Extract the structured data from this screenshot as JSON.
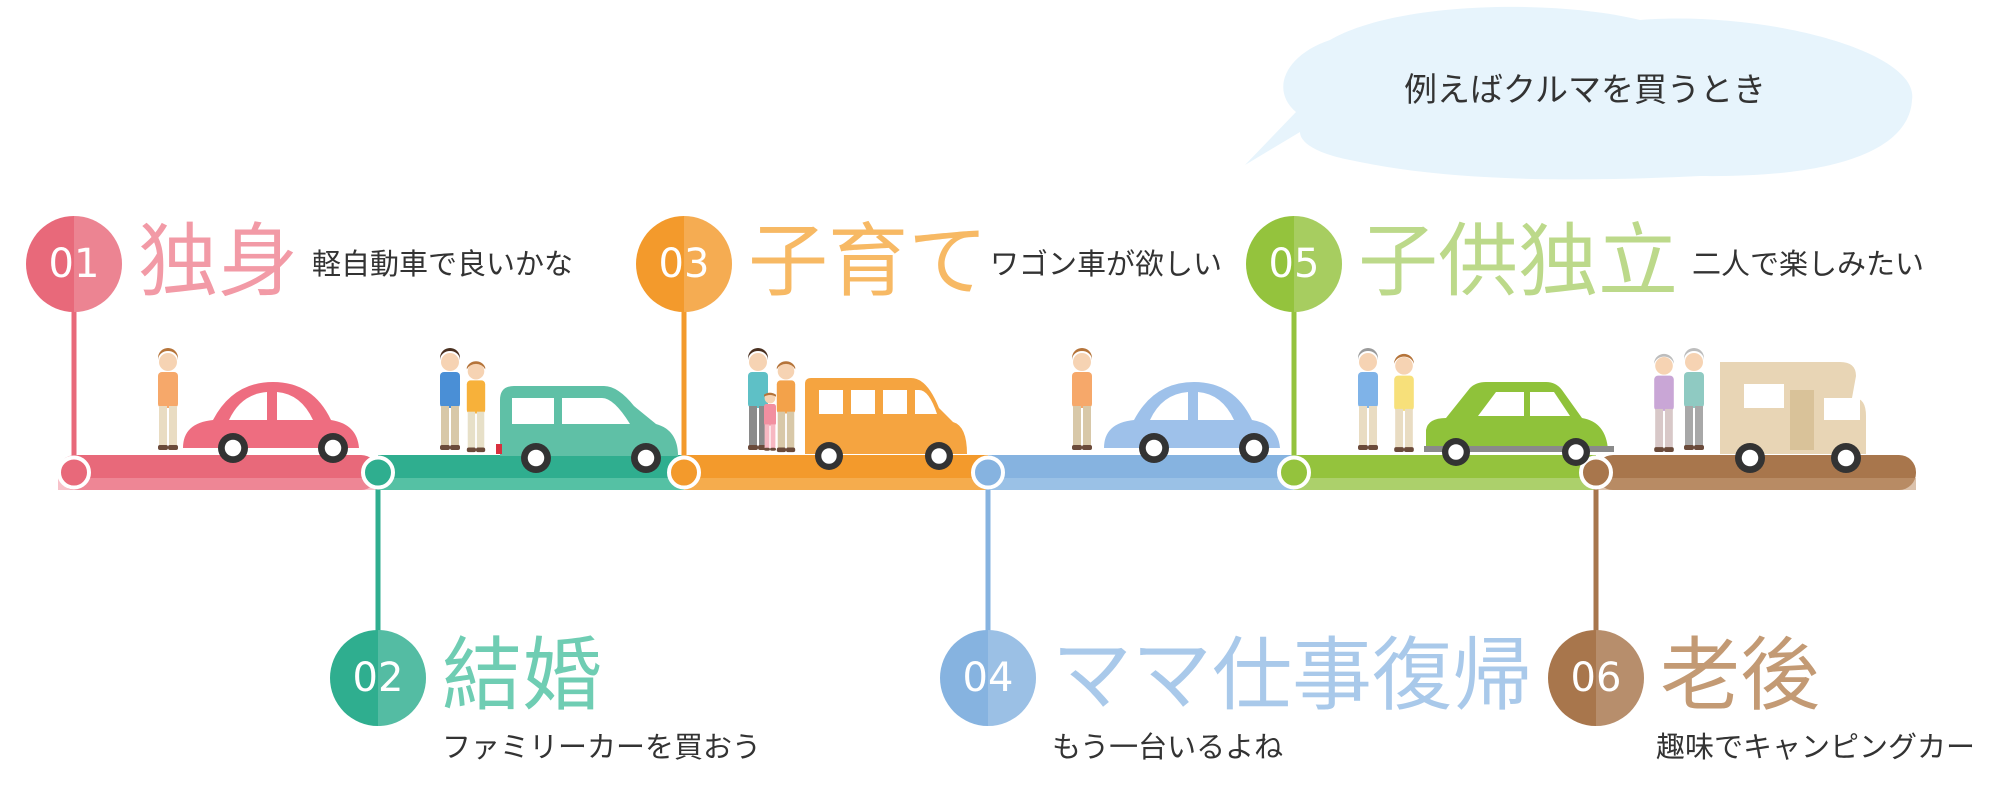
{
  "header": {
    "bubble_text": "例えばクルマを買うとき"
  },
  "stages": [
    {
      "number": "01",
      "title": "独身",
      "subtitle": "軽自動車で良いかな",
      "color": "#e8697a",
      "light": "#f29aa6",
      "vehicle": "compact-car-icon",
      "vehicle_color": "#ee6d80",
      "people": "single-woman-icon"
    },
    {
      "number": "02",
      "title": "結婚",
      "subtitle": "ファミリーカーを買おう",
      "color": "#2fae8f",
      "light": "#6fcdb3",
      "vehicle": "family-car-icon",
      "vehicle_color": "#5fc0a6",
      "people": "couple-icon"
    },
    {
      "number": "03",
      "title": "子育て",
      "subtitle": "ワゴン車が欲しい",
      "color": "#f39a2c",
      "light": "#f7b964",
      "vehicle": "wagon-icon",
      "vehicle_color": "#f5a440",
      "people": "family-icon"
    },
    {
      "number": "04",
      "title": "ママ仕事復帰",
      "subtitle": "もう一台いるよね",
      "color": "#86b3e0",
      "light": "#a9c9ea",
      "vehicle": "compact-car-icon",
      "vehicle_color": "#9ec1ea",
      "people": "working-mom-icon"
    },
    {
      "number": "05",
      "title": "子供独立",
      "subtitle": "二人で楽しみたい",
      "color": "#94c33d",
      "light": "#bcd98a",
      "vehicle": "sedan-icon",
      "vehicle_color": "#8fc23a",
      "people": "elderly-couple-icon"
    },
    {
      "number": "06",
      "title": "老後",
      "subtitle": "趣味でキャンピングカー",
      "color": "#a8764c",
      "light": "#c39a74",
      "vehicle": "camper-icon",
      "vehicle_color": "#e8d5b5",
      "people": "senior-couple-icon"
    }
  ]
}
